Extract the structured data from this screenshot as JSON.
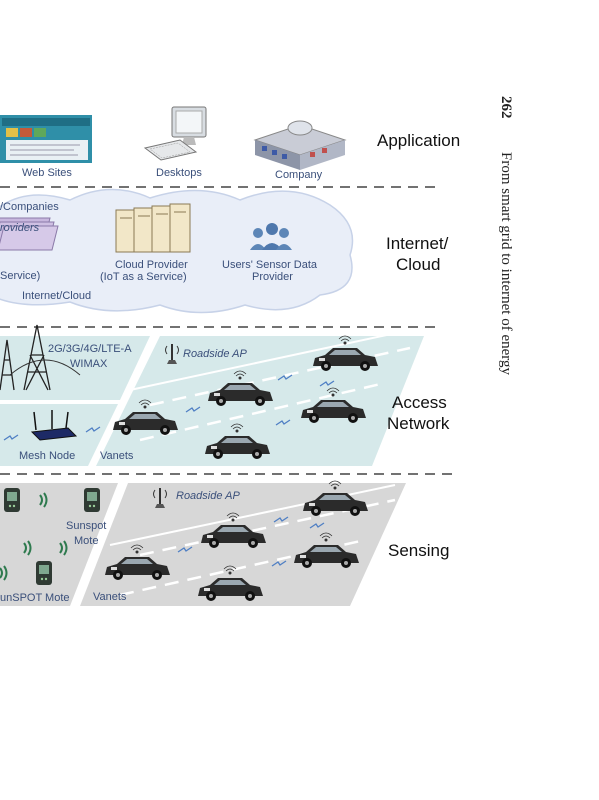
{
  "page": {
    "number": "262",
    "running_head": "From smart grid to internet of energy"
  },
  "layers": {
    "application": "Application",
    "internet_cloud_line1": "Internet/",
    "internet_cloud_line2": "Cloud",
    "access_line1": "Access",
    "access_line2": "Network",
    "sensing": "Sensing"
  },
  "application": {
    "web_sites": "Web Sites",
    "desktops": "Desktops",
    "company": "Company"
  },
  "cloud": {
    "companies": "/Companies",
    "providers": "roviders",
    "service": "Service)",
    "internet_cloud": "Internet/Cloud",
    "cloud_provider_line1": "Cloud Provider",
    "cloud_provider_line2": "(IoT as a Service)",
    "users_sensor_line1": "Users' Sensor Data",
    "users_sensor_line2": "Provider"
  },
  "access": {
    "cellular_line1": "2G/3G/4G/LTE-A",
    "cellular_line2": "WIMAX",
    "roadside_ap": "Roadside AP",
    "mesh_node": "Mesh Node",
    "vanets": "Vanets"
  },
  "sensing": {
    "roadside_ap": "Roadside AP",
    "sunspot_line1": "Sunspot",
    "sunspot_line2": "Mote",
    "sunspot_mote_cut": "unSPOT Mote",
    "vanets": "Vanets"
  },
  "colors": {
    "access_panel": "#d6e9ea",
    "sensing_panel": "#d7d7d7",
    "cloud_fill": "#e9eef8",
    "label_text": "#3a4f7a",
    "car_body": "#2b2b2b"
  }
}
